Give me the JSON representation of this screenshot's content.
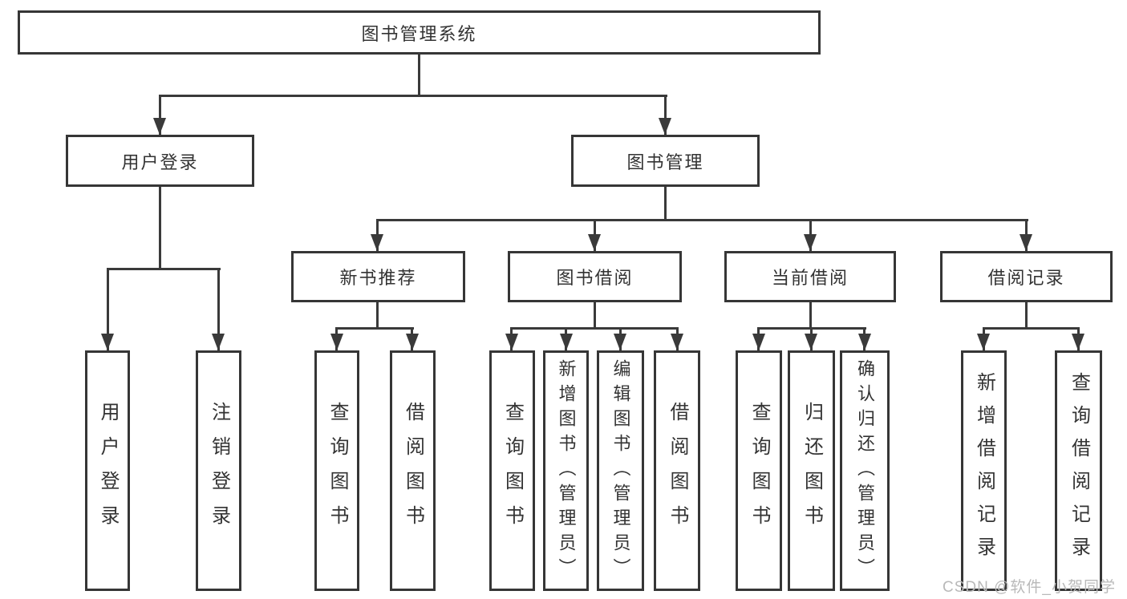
{
  "diagram": {
    "title": "图书管理系统",
    "watermark": "CSDN @软件_小贺同学",
    "colors": {
      "line": "#3a3a3a",
      "box_border": "#363636",
      "text": "#333333",
      "watermark": "#b9b9b9",
      "background": "#ffffff"
    },
    "nodes": {
      "root": {
        "label": "图书管理系统"
      },
      "level2": [
        {
          "id": "user-login",
          "label": "用户登录"
        },
        {
          "id": "book-management",
          "label": "图书管理"
        }
      ],
      "level3": [
        {
          "id": "new-book-recommend",
          "label": "新书推荐",
          "parent": "图书管理"
        },
        {
          "id": "book-borrow",
          "label": "图书借阅",
          "parent": "图书管理"
        },
        {
          "id": "current-borrow",
          "label": "当前借阅",
          "parent": "图书管理"
        },
        {
          "id": "borrow-record",
          "label": "借阅记录",
          "parent": "图书管理"
        }
      ],
      "leaves": [
        {
          "label": "用户登录",
          "parent": "用户登录"
        },
        {
          "label": "注销登录",
          "parent": "用户登录"
        },
        {
          "label": "查询图书",
          "parent": "新书推荐"
        },
        {
          "label": "借阅图书",
          "parent": "新书推荐"
        },
        {
          "label": "查询图书",
          "parent": "图书借阅"
        },
        {
          "label": "新增图书（管理员）",
          "parent": "图书借阅"
        },
        {
          "label": "编辑图书（管理员）",
          "parent": "图书借阅"
        },
        {
          "label": "借阅图书",
          "parent": "图书借阅"
        },
        {
          "label": "查询图书",
          "parent": "当前借阅"
        },
        {
          "label": "归还图书",
          "parent": "当前借阅"
        },
        {
          "label": "确认归还（管理员）",
          "parent": "当前借阅"
        },
        {
          "label": "新增借阅记录",
          "parent": "借阅记录"
        },
        {
          "label": "查询借阅记录",
          "parent": "借阅记录"
        }
      ]
    }
  }
}
